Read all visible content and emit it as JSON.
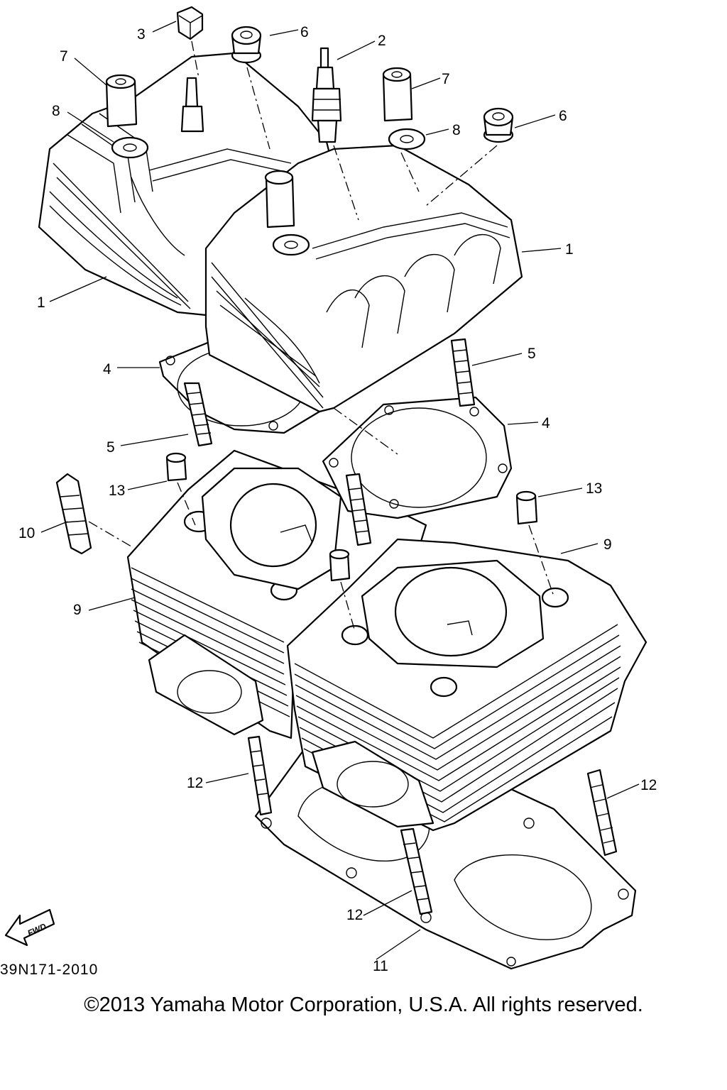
{
  "drawing_number": "39N171-2010",
  "copyright": "©2013 Yamaha Motor Corporation, U.S.A. All rights reserved.",
  "fwd_label": "FWD",
  "callouts": {
    "c1a": "1",
    "c1b": "1",
    "c2": "2",
    "c3": "3",
    "c4a": "4",
    "c4b": "4",
    "c5a": "5",
    "c5b": "5",
    "c6a": "6",
    "c6b": "6",
    "c7a": "7",
    "c7b": "7",
    "c8a": "8",
    "c8b": "8",
    "c9a": "9",
    "c9b": "9",
    "c10": "10",
    "c11": "11",
    "c12a": "12",
    "c12b": "12",
    "c12c": "12",
    "c13a": "13",
    "c13b": "13"
  },
  "icons": [
    "fwd-arrow-icon"
  ]
}
